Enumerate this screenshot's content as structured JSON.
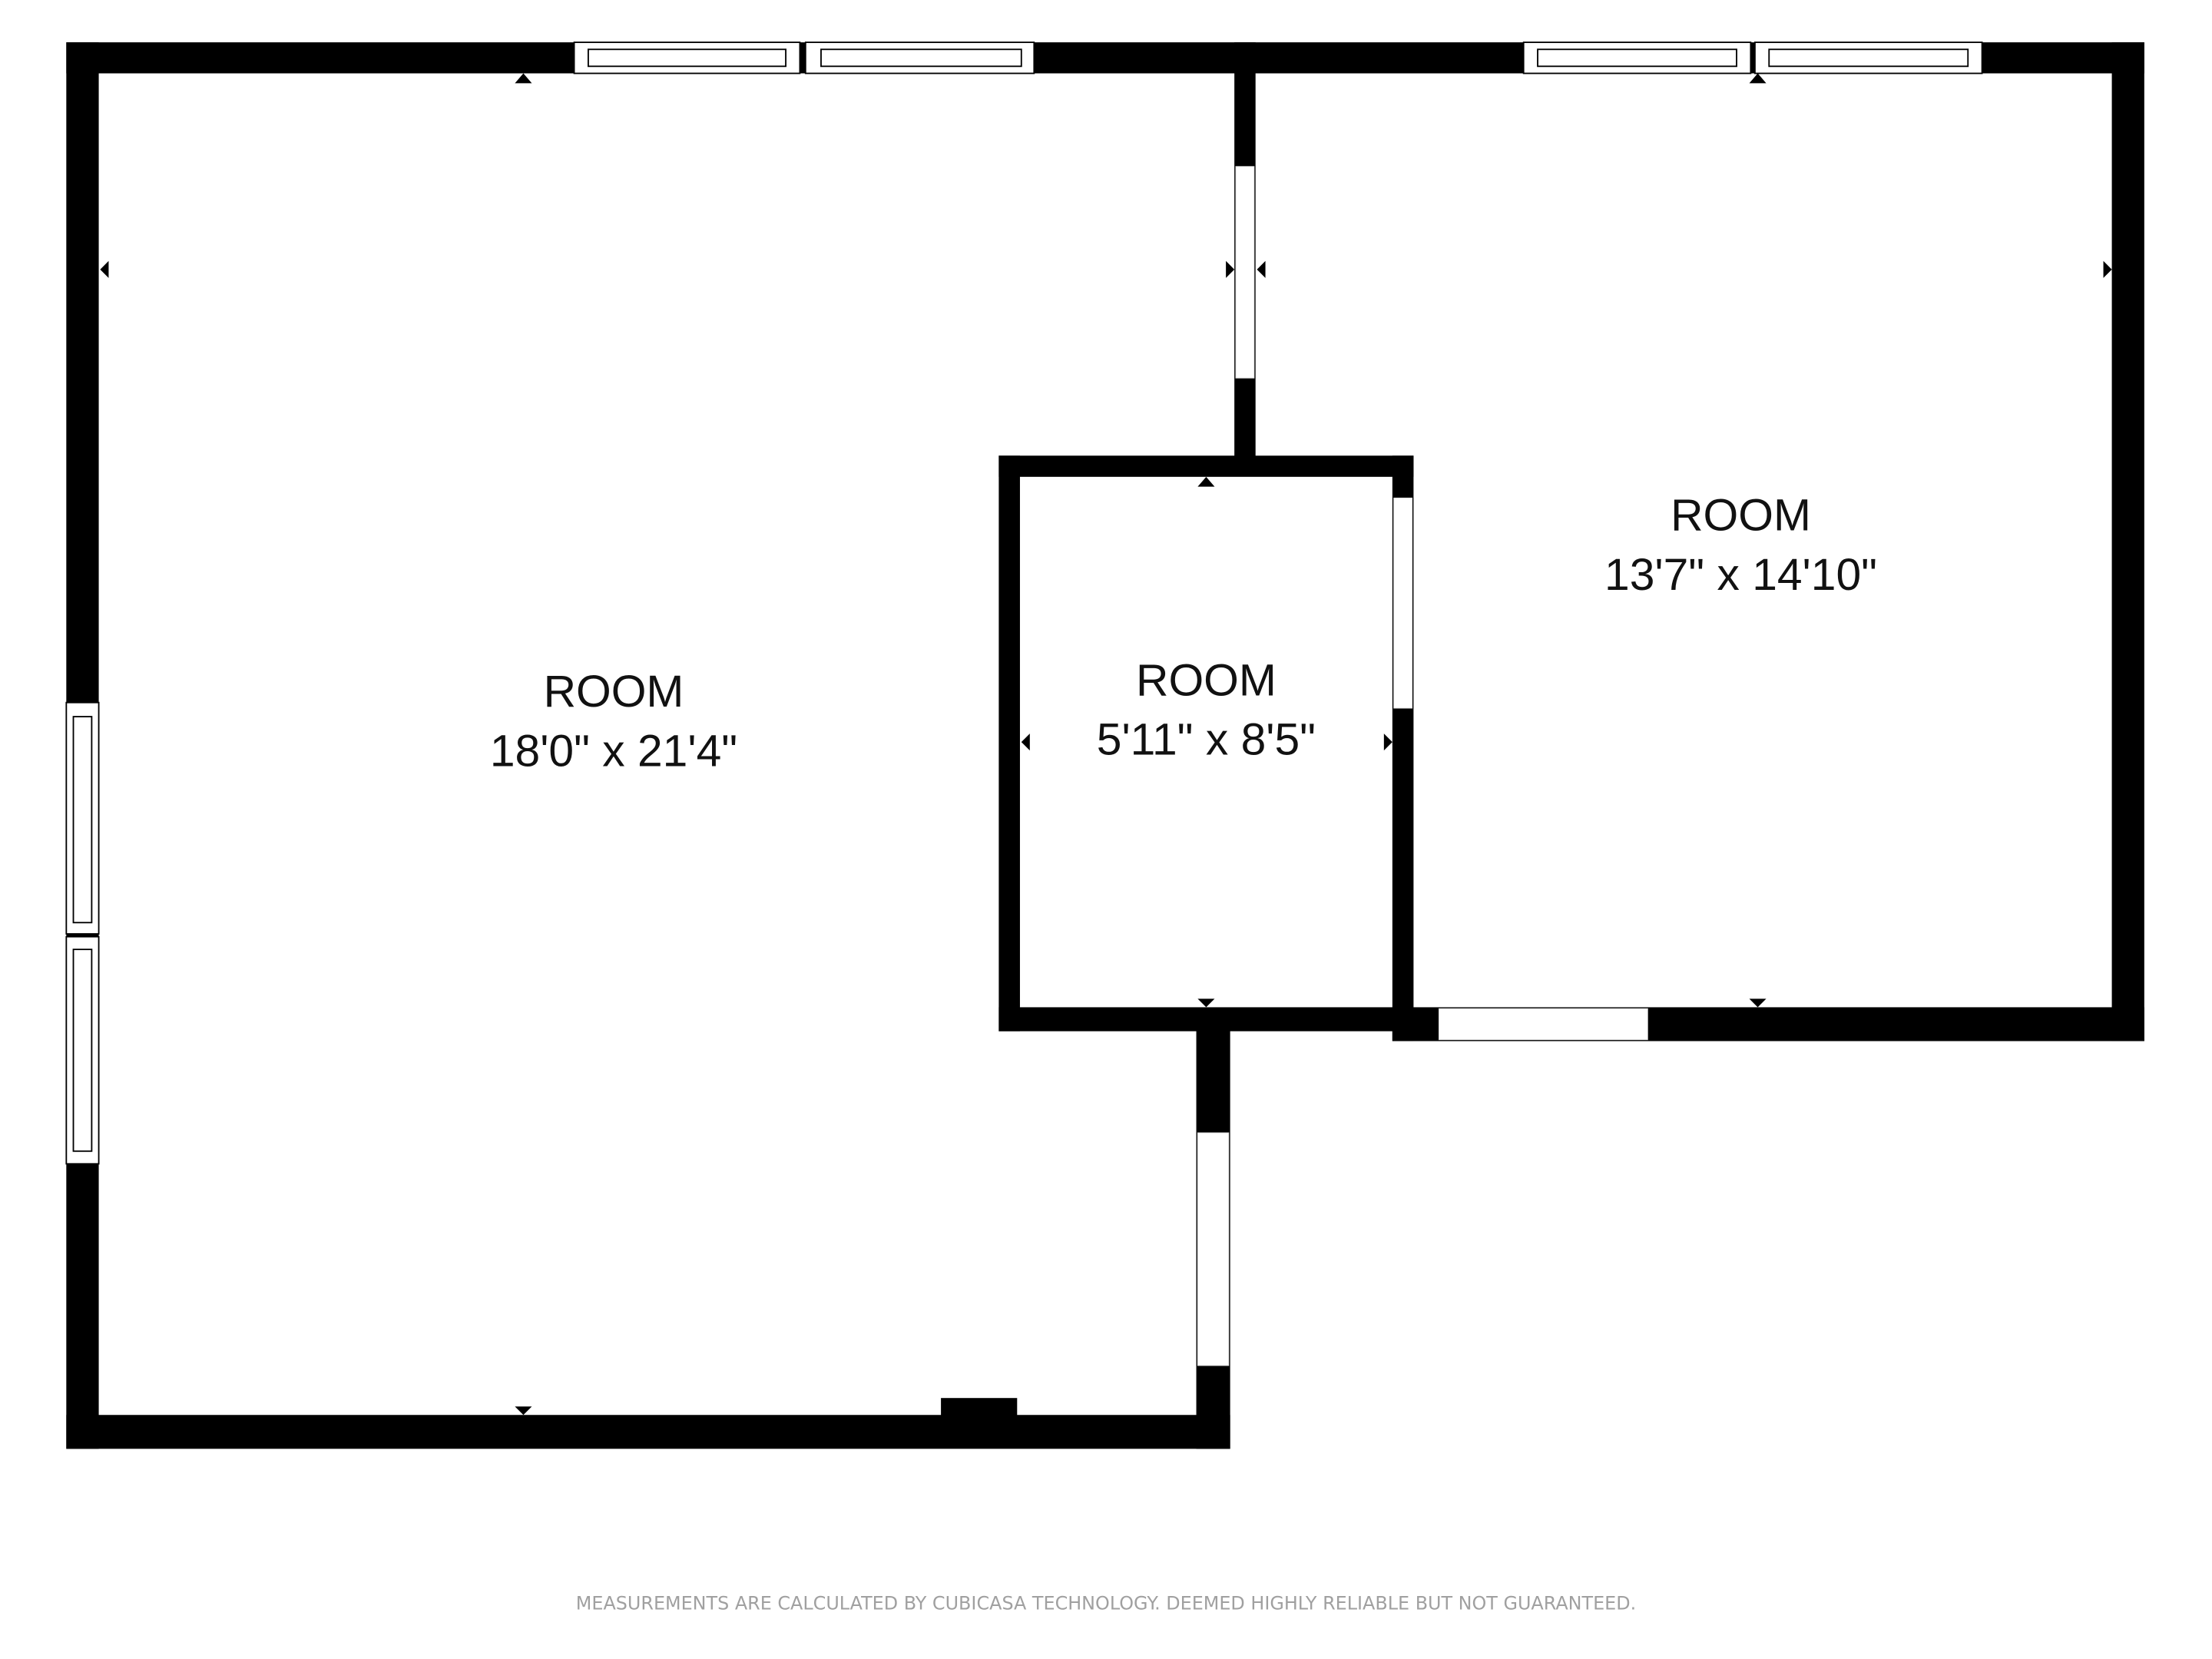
{
  "rooms": [
    {
      "name": "ROOM",
      "dimensions": "18'0\" x 21'4\""
    },
    {
      "name": "ROOM",
      "dimensions": "5'11\" x 8'5\""
    },
    {
      "name": "ROOM",
      "dimensions": "13'7\" x 14'10\""
    }
  ],
  "footer": {
    "disclaimer": "MEASUREMENTS ARE CALCULATED BY CUBICASA TECHNOLOGY. DEEMED HIGHLY RELIABLE BUT NOT GUARANTEED."
  }
}
